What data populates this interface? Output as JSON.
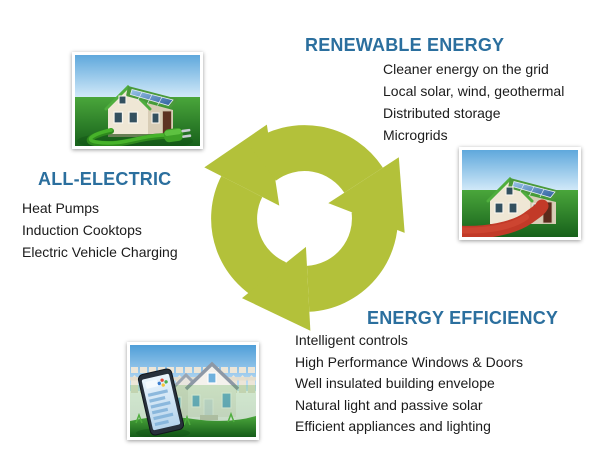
{
  "colors": {
    "accent_blue": "#2b6f9e",
    "cycle_green": "#b3c13a",
    "body_text": "#1b1b1b"
  },
  "cycle_icon": "three-arrow-clockwise-cycle",
  "sections": {
    "all_electric": {
      "title": "ALL-ELECTRIC",
      "items": [
        "Heat Pumps",
        "Induction Cooktops",
        "Electric Vehicle Charging"
      ],
      "image": "house-with-green-power-cord-and-plug"
    },
    "renewable": {
      "title": "RENEWABLE ENERGY",
      "items": [
        "Cleaner energy on the grid",
        "Local solar, wind, geothermal",
        "Distributed storage",
        "Microgrids"
      ],
      "image": "house-with-rooftop-solar-and-red-path"
    },
    "efficiency": {
      "title": "ENERGY EFFICIENCY",
      "items": [
        "Intelligent controls",
        "High Performance Windows & Doors",
        "Well insulated building envelope",
        "Natural light and passive solar",
        "Efficient appliances and lighting"
      ],
      "image": "modern-house-with-smart-home-app-phone"
    }
  }
}
